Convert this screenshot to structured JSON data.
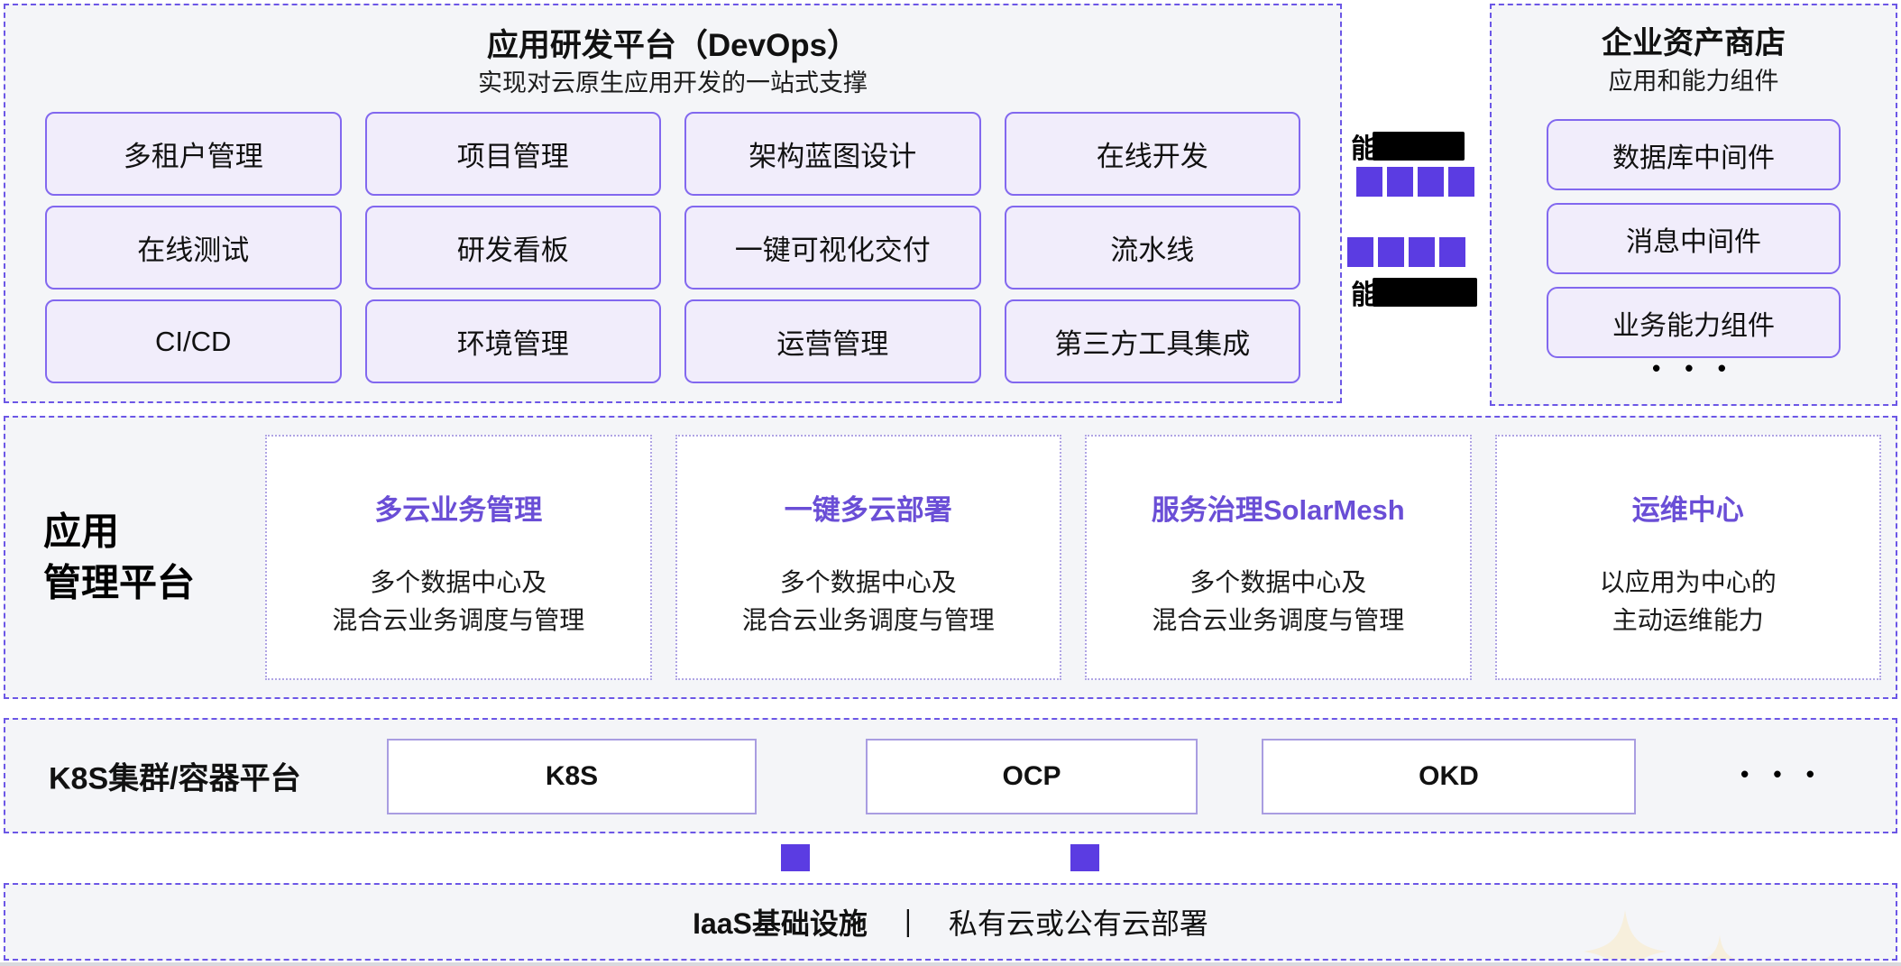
{
  "colors": {
    "accent_purple": "#6a4ed6",
    "square_purple": "#5b3ce2",
    "panel_background": "#f4f5f8",
    "dashed_border": "#6c57e6",
    "chip_border": "#8268ef",
    "chip_fill": "#f1edfb"
  },
  "devops": {
    "title": "应用研发平台（DevOps）",
    "subtitle": "实现对云原生应用开发的一站式支撑",
    "buttons": [
      "多租户管理",
      "项目管理",
      "架构蓝图设计",
      "在线开发",
      "在线测试",
      "研发看板",
      "一键可视化交付",
      "流水线",
      "CI/CD",
      "环境管理",
      "运营管理",
      "第三方工具集成"
    ]
  },
  "bridge": {
    "top_prefix": "能",
    "bottom_prefix": "能"
  },
  "asset_store": {
    "title": "企业资产商店",
    "subtitle": "应用和能力组件",
    "items": [
      "数据库中间件",
      "消息中间件",
      "业务能力组件"
    ],
    "more": "• • •"
  },
  "app_management": {
    "label_line1": "应用",
    "label_line2": "管理平台",
    "cards": [
      {
        "title": "多云业务管理",
        "desc_line1": "多个数据中心及",
        "desc_line2": "混合云业务调度与管理"
      },
      {
        "title": "一键多云部署",
        "desc_line1": "多个数据中心及",
        "desc_line2": "混合云业务调度与管理"
      },
      {
        "title": "服务治理SolarMesh",
        "desc_line1": "多个数据中心及",
        "desc_line2": "混合云业务调度与管理"
      },
      {
        "title": "运维中心",
        "desc_line1": "以应用为中心的",
        "desc_line2": "主动运维能力"
      }
    ]
  },
  "container_platform": {
    "label": "K8S集群/容器平台",
    "items": [
      "K8S",
      "OCP",
      "OKD"
    ],
    "more": "• • •"
  },
  "iaas": {
    "title": "IaaS基础设施",
    "separator": "｜",
    "desc": "私有云或公有云部署"
  }
}
